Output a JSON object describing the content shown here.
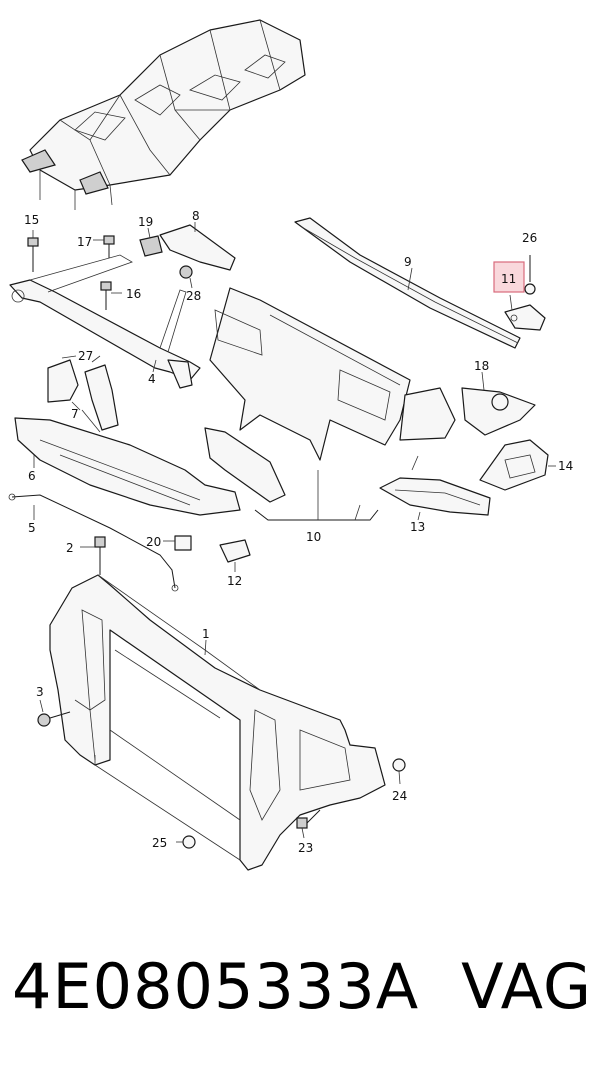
{
  "diagram": {
    "highlight_color": "#f4b8c0",
    "highlighted_part": "11",
    "callouts": [
      "1",
      "2",
      "3",
      "4",
      "5",
      "6",
      "7",
      "8",
      "9",
      "10",
      "11",
      "12",
      "13",
      "14",
      "15",
      "16",
      "17",
      "18",
      "19",
      "20",
      "23",
      "24",
      "25",
      "26",
      "27",
      "28"
    ]
  },
  "caption": {
    "part_number": "4E0805333A",
    "brand": "VAG"
  }
}
